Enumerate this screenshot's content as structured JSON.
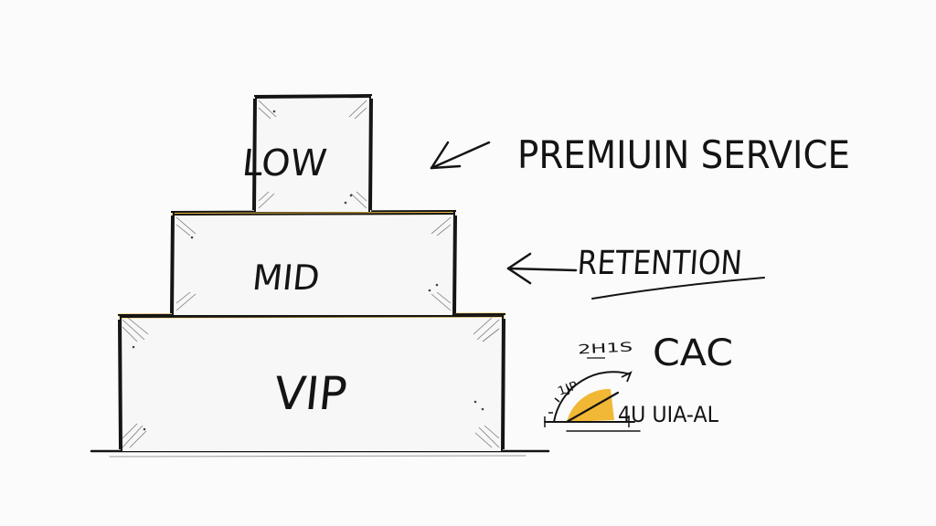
{
  "tiers": {
    "top": "LOW",
    "middle": "MID",
    "bottom": "VIP"
  },
  "annotations": {
    "premium": "PREMIUIN SERVICE",
    "retention": "RETENTION",
    "cac": "CAC",
    "gauge_top_scribble": "2H1S",
    "gauge_left_scribble": "1JP",
    "gauge_value": "4U UIA-AL"
  },
  "colors": {
    "ink": "#141414",
    "highlight": "#f0b020",
    "paper": "#fbfbfb"
  }
}
